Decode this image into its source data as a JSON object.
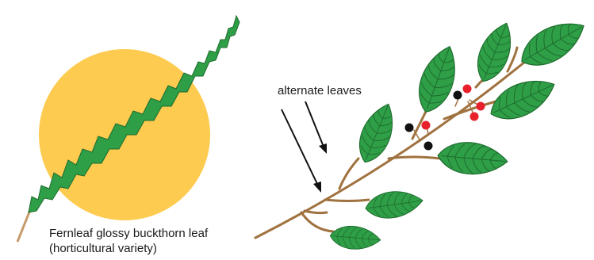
{
  "left_panel": {
    "caption_line1": "Fernleaf glossy buckthorn leaf",
    "caption_line2": "(horticultural variety)"
  },
  "right_panel": {
    "annotation": "alternate leaves"
  },
  "colors": {
    "sun": "#FDCB4F",
    "leaf": "#2E9E47",
    "leaf_dark": "#1E6B2D",
    "stem": "#A0723F",
    "berry_red": "#E8202B",
    "berry_black": "#111111"
  }
}
